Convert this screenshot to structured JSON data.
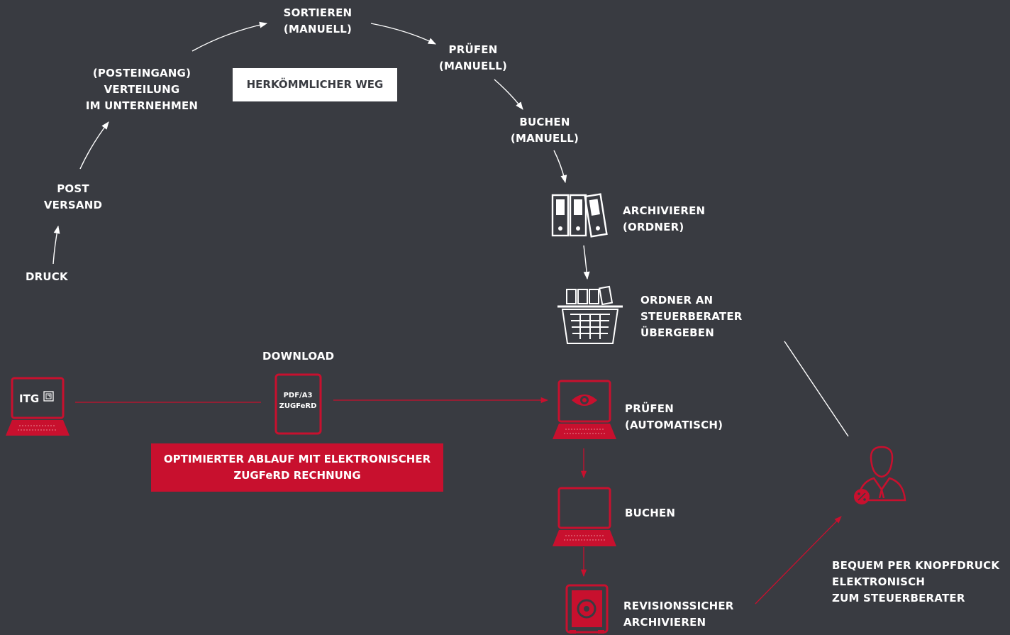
{
  "colors": {
    "background": "#393b41",
    "accent_red": "#c8102e",
    "line_white": "#ffffff"
  },
  "traditional": {
    "title": "HERKÖMMLICHER WEG",
    "steps": {
      "druck": [
        "DRUCK"
      ],
      "post": [
        "POST",
        "VERSAND"
      ],
      "verteilung": [
        "(POSTEINGANG)",
        "VERTEILUNG",
        "IM UNTERNEHMEN"
      ],
      "sortieren": [
        "SORTIEREN",
        "(MANUELL)"
      ],
      "pruefen": [
        "PRÜFEN",
        "(MANUELL)"
      ],
      "buchen": [
        "BUCHEN",
        "(MANUELL)"
      ],
      "archivieren": [
        "ARCHIVIEREN",
        "(ORDNER)"
      ],
      "uebergeben": [
        "ORDNER AN",
        "STEUERBERATER",
        "ÜBERGEBEN"
      ]
    }
  },
  "optimized": {
    "title": [
      "OPTIMIERTER ABLAUF MIT ELEKTRONISCHER",
      "ZUGFeRD RECHNUNG"
    ],
    "download": "DOWNLOAD",
    "laptop_brand": "ITG",
    "document": [
      "PDF/A3",
      "ZUGFeRD"
    ],
    "pruefen": [
      "PRÜFEN",
      "(AUTOMATISCH)"
    ],
    "buchen": "BUCHEN",
    "archivieren": [
      "REVISIONSSICHER",
      "ARCHIVIEREN"
    ],
    "steuerberater": [
      "BEQUEM PER KNOPFDRUCK",
      "ELEKTRONISCH",
      "ZUM STEUERBERATER"
    ]
  },
  "icons": {
    "folders": "binder-folders-icon",
    "basket": "folder-basket-icon",
    "itg_laptop": "itg-laptop-icon",
    "document": "pdf-document-icon",
    "eye_laptop": "eye-laptop-icon",
    "laptop": "laptop-icon",
    "safe": "safe-icon",
    "advisor": "tax-advisor-icon"
  }
}
